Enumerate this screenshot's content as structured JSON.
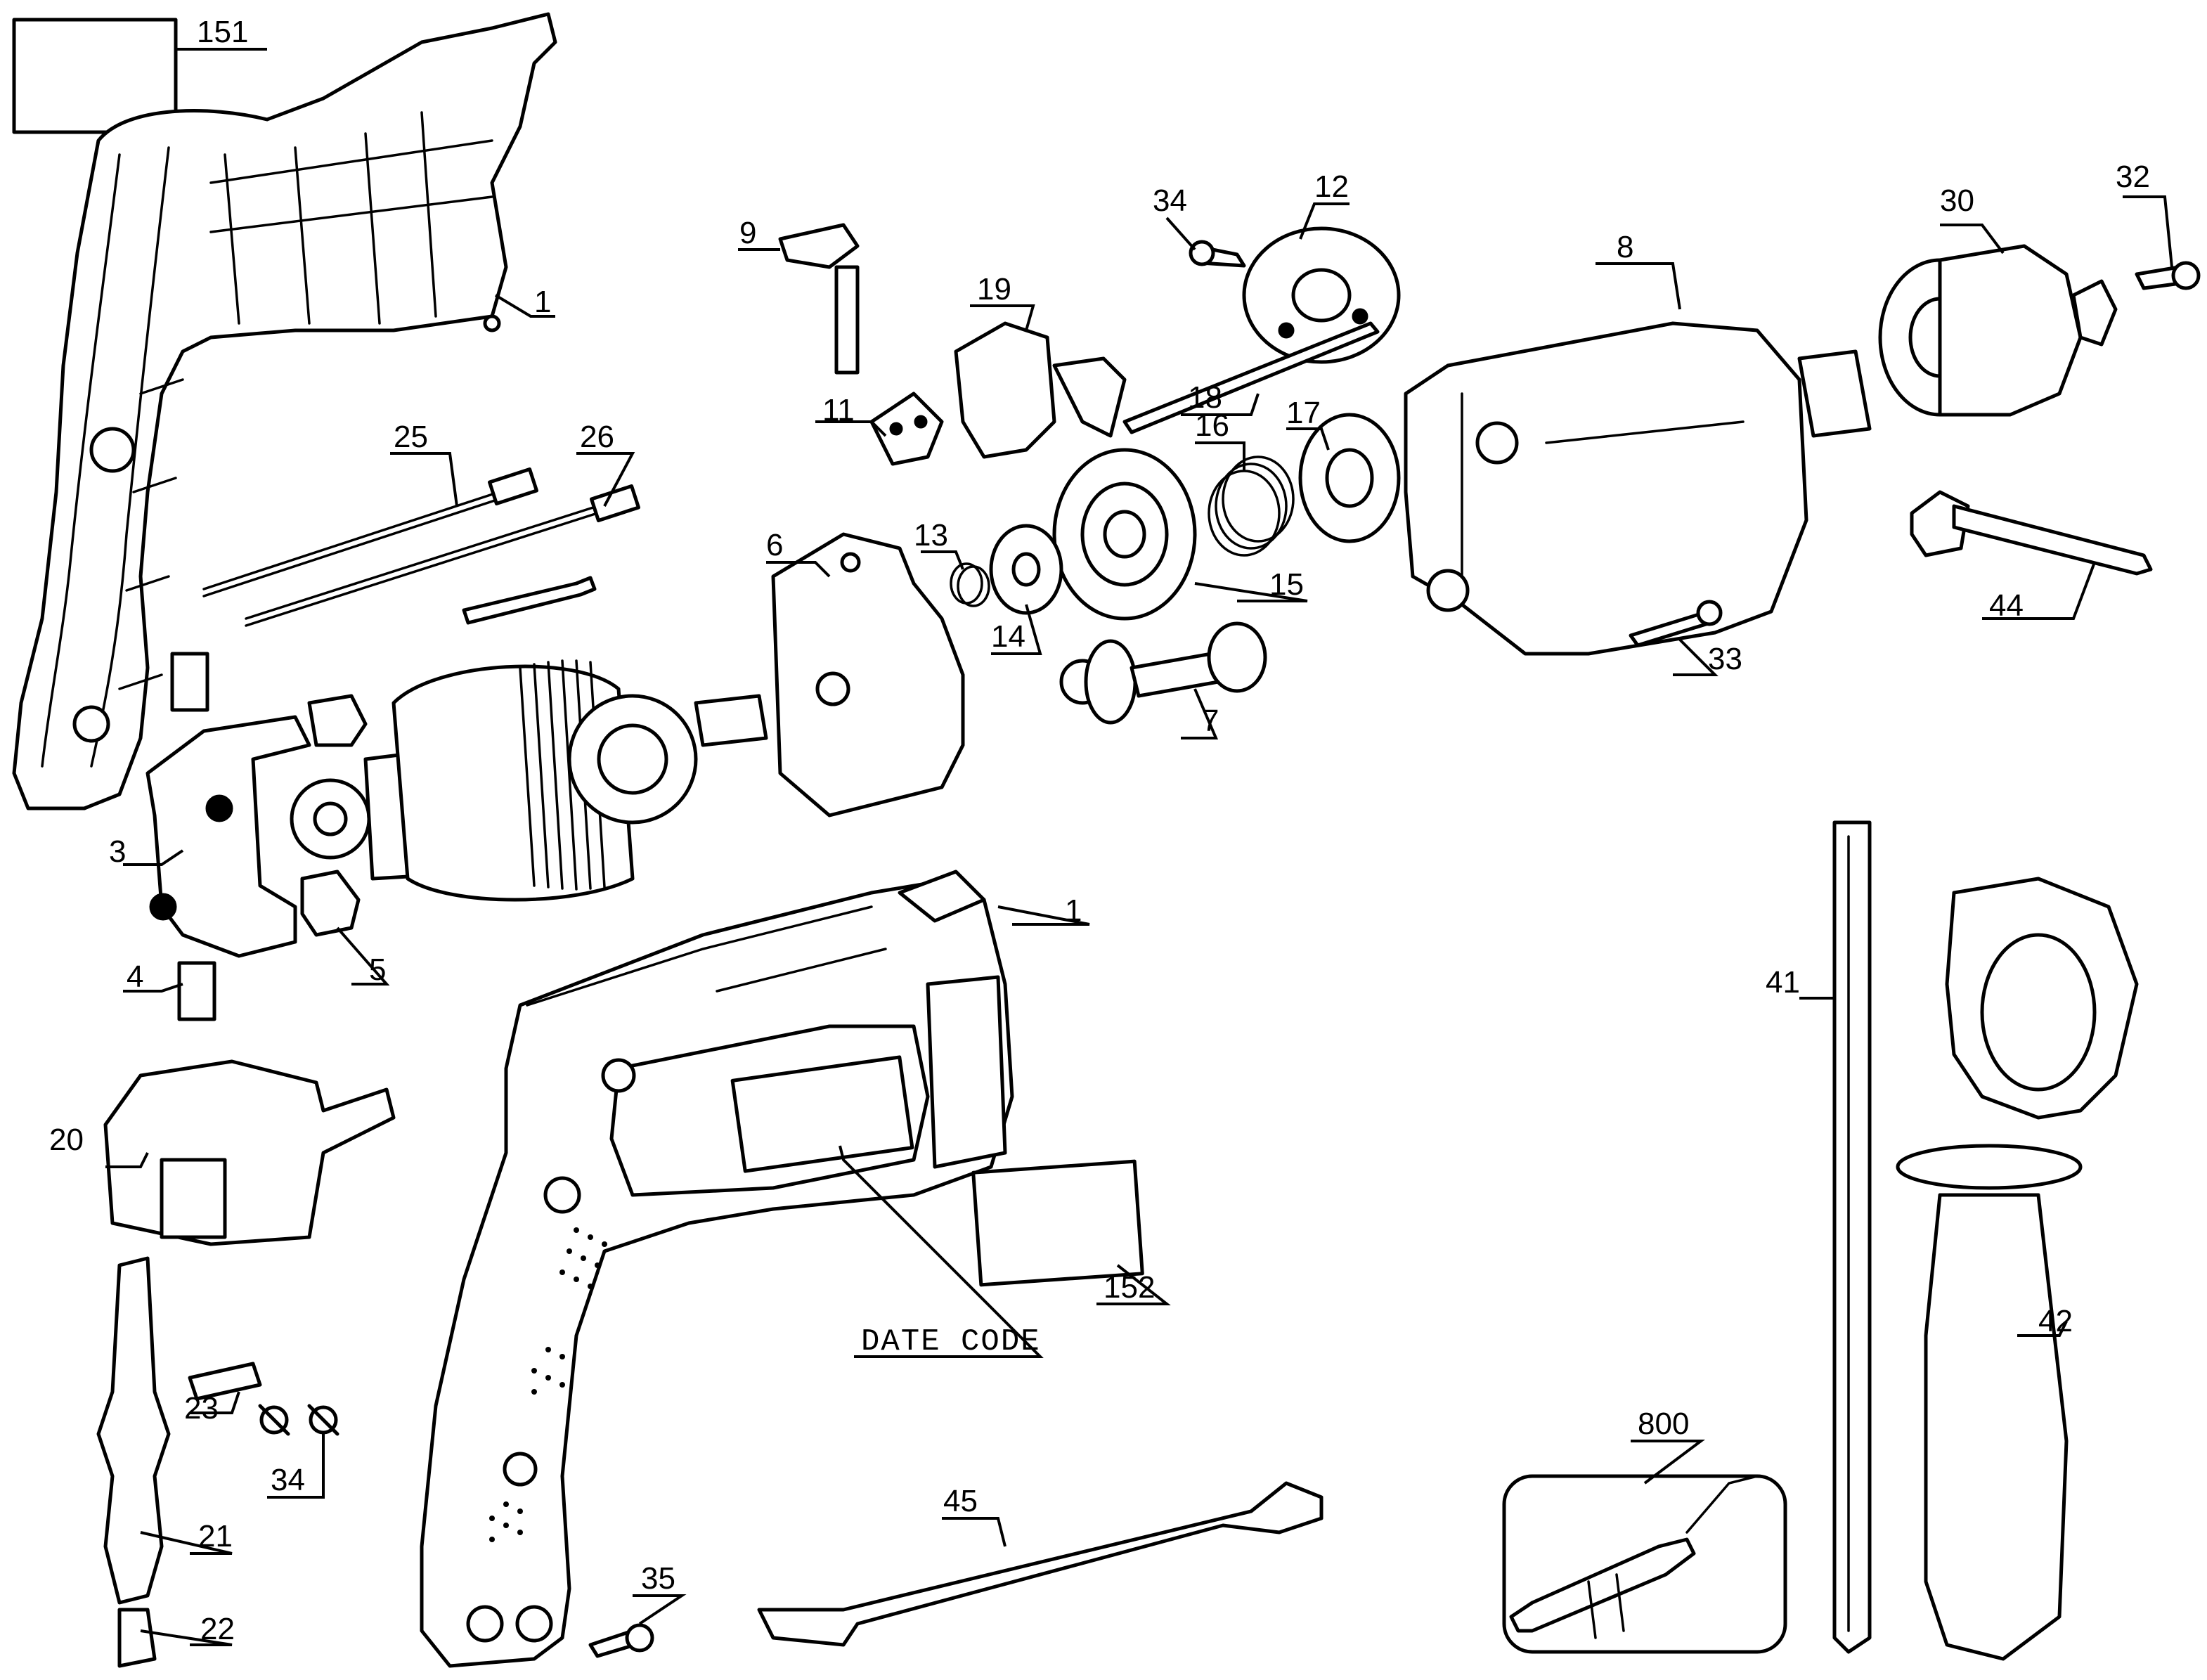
{
  "callouts": {
    "p151": "151",
    "p1a": "1",
    "p9": "9",
    "p34a": "34",
    "p12": "12",
    "p8": "8",
    "p30": "30",
    "p32": "32",
    "p19": "19",
    "p18": "18",
    "p11": "11",
    "p16": "16",
    "p17": "17",
    "p25": "25",
    "p26": "26",
    "p13": "13",
    "p6": "6",
    "p15": "15",
    "p14": "14",
    "p33": "33",
    "p44": "44",
    "p7": "7",
    "p3": "3",
    "p5": "5",
    "p4": "4",
    "p1b": "1",
    "p41": "41",
    "p20": "20",
    "p152": "152",
    "date_code": "DATE CODE",
    "p42": "42",
    "p23": "23",
    "p34b": "34",
    "p21": "21",
    "p22": "22",
    "p35": "35",
    "p45": "45",
    "p800": "800"
  }
}
